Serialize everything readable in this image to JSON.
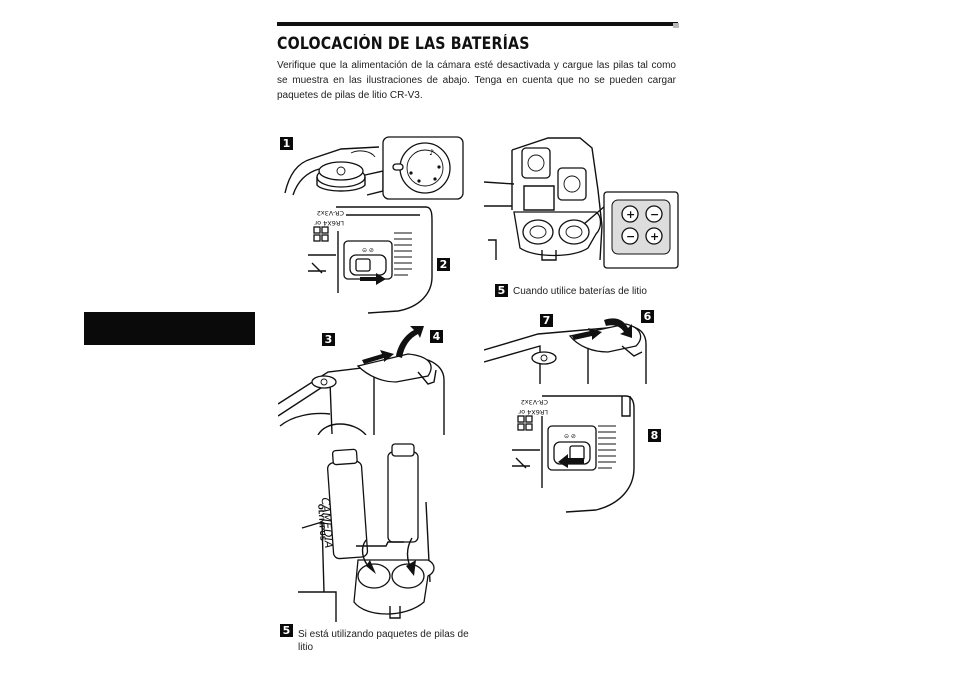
{
  "heading": "COLOCACIÓN DE LAS BATERÍAS",
  "intro_text": "Verifique que la alimentación de la cámara esté desactivada y cargue las pilas tal como se muestra en las ilustraciones de abajo. Tenga en cuenta que no se pueden cargar paquetes de pilas de litio CR-V3.",
  "steps": {
    "s1": "1",
    "s2": "2",
    "s3": "3",
    "s4": "4",
    "s5_left": "5",
    "s5_right": "5",
    "s6": "6",
    "s7": "7",
    "s8": "8"
  },
  "captions": {
    "lithium_pack": "Si está utilizando paquetes de pilas de litio",
    "lithium_batteries": "Cuando utilice baterías de litio"
  },
  "illustration_text": {
    "door_label_a": "CR-V3x2",
    "door_label_b": "LR6X4 or",
    "battery_brand": "OLYMPUS",
    "battery_model": "CAMEDIA"
  }
}
